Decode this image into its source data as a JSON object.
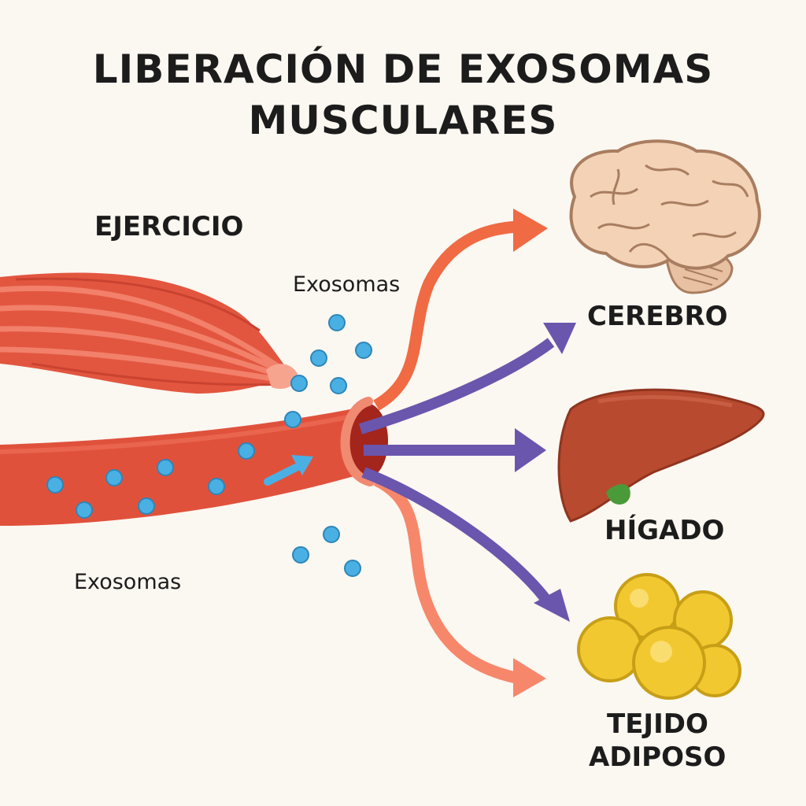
{
  "title": {
    "line1": "LIBERACIÓN DE EXOSOMAS",
    "line2": "MUSCULARES"
  },
  "labels": {
    "exercise": "EJERCICIO",
    "exosomes_top": "Exosomas",
    "exosomes_bottom": "Exosomas",
    "brain": "CEREBRO",
    "liver": "HÍGADO",
    "adipose_line1": "TEJIDO",
    "adipose_line2": "ADIPOSO"
  },
  "colors": {
    "background": "#fbf7f1",
    "muscle": "#e2563f",
    "vessel": "#e0513c",
    "exosome": "#4ab0e4",
    "arrow_orange": "#f06a43",
    "arrow_salmon": "#f7876b",
    "arrow_purple": "#6a56ad",
    "brain": "#f3d2b6",
    "liver": "#b84a30",
    "fat": "#f2c830"
  },
  "icons": [
    "muscle-icon",
    "blood-vessel-icon",
    "brain-icon",
    "liver-icon",
    "fat-cells-icon",
    "flow-arrow-icon"
  ]
}
